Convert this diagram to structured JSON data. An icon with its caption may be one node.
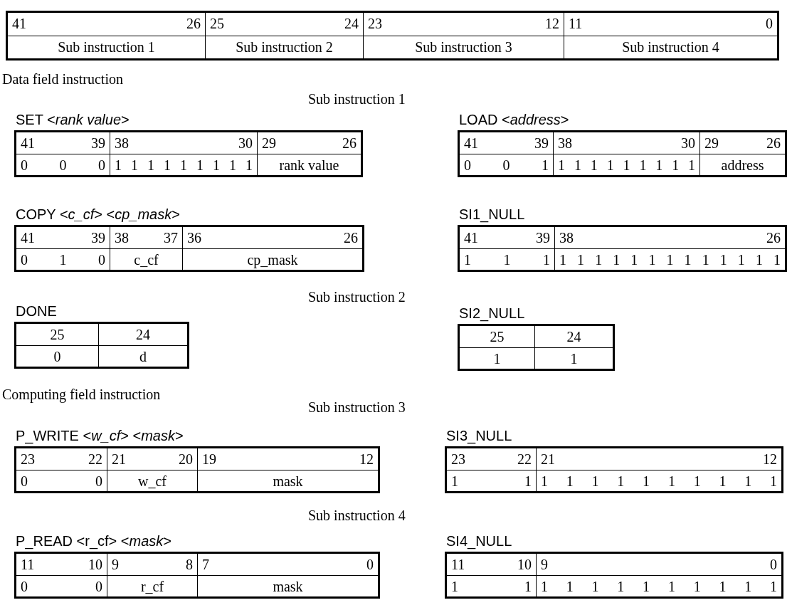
{
  "diagram": {
    "nodes": [
      {
        "text": [
          "41",
          "26",
          "25",
          "24",
          "23",
          "12",
          "11",
          "0",
          "Sub instruction 1",
          "Sub instruction 2",
          "Sub instruction 3",
          "Sub instruction 4"
        ]
      },
      {
        "text": [
          "SET <*rank value*>",
          "41",
          "39",
          "38",
          "30",
          "29",
          "26",
          "0 0 0",
          "1 1 1 1 1 1 1 1 1",
          "rank value"
        ]
      },
      {
        "text": [
          "COPY <*c_cf*> <*cp_mask*>",
          "41",
          "39",
          "38",
          "37",
          "36",
          "26",
          "0 1 0",
          "c_cf",
          "cp_mask"
        ]
      },
      {
        "text": [
          "DONE",
          "25",
          "24",
          "0",
          "d"
        ]
      },
      {
        "text": [
          "LOAD <*address*>",
          "41",
          "39",
          "38",
          "30",
          "29",
          "26",
          "0 0 1",
          "1 1 1 1 1 1 1 1 1",
          "address"
        ]
      },
      {
        "text": [
          "SI1_NULL",
          "41",
          "39",
          "38",
          "26",
          "1 1 1",
          "1 1 1 1 1 1 1 1 1 1 1 1 1"
        ]
      },
      {
        "text": [
          "SI2_NULL",
          "25",
          "24",
          "1",
          "1"
        ]
      },
      {
        "text": [
          "P_WRITE <*w_cf*> <*mask*>",
          "23",
          "22",
          "21",
          "20",
          "19",
          "12",
          "0 0",
          "w_cf",
          "mask"
        ]
      },
      {
        "text": [
          "P_READ <r_cf> <*mask*>",
          "11",
          "10",
          "9",
          "8",
          "7",
          "0",
          "0 0",
          "r_cf",
          "mask"
        ]
      },
      {
        "text": [
          "SI3_NULL",
          "23",
          "22",
          "21",
          "12",
          "1 1",
          "1 1 1 1 1 1 1 1 1 1"
        ]
      },
      {
        "text": [
          "SI4_NULL",
          "11",
          "10",
          "9",
          "0",
          "1 1",
          "1 1 1 1 1 1 1 1 1 1"
        ]
      }
    ],
    "labels": [
      "Data field instruction",
      "Sub instruction 1",
      "Sub instruction 2",
      "Computing field instruction",
      "Sub instruction 3",
      "Sub instruction 4"
    ]
  }
}
